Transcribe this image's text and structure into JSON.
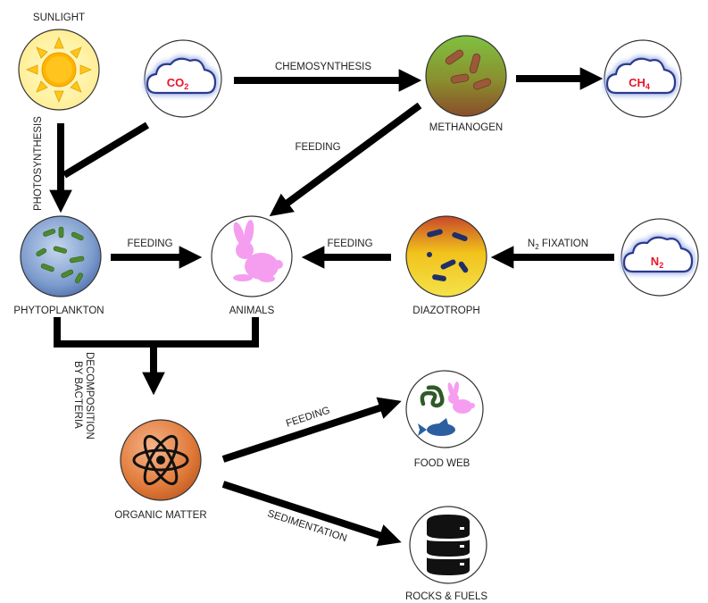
{
  "nodes": {
    "sunlight": {
      "label": "SUNLIGHT",
      "icon": "sun-icon"
    },
    "co2": {
      "label": "",
      "gas_main": "CO",
      "gas_sub": "2",
      "icon": "cloud-icon"
    },
    "methanogen": {
      "label": "METHANOGEN",
      "icon": "methanogen-bacteria-icon"
    },
    "ch4": {
      "label": "",
      "gas_main": "CH",
      "gas_sub": "4",
      "icon": "cloud-icon"
    },
    "phytoplankton": {
      "label": "PHYTOPLANKTON",
      "icon": "phytoplankton-icon"
    },
    "animals": {
      "label": "ANIMALS",
      "icon": "rabbit-icon"
    },
    "diazotroph": {
      "label": "DIAZOTROPH",
      "icon": "diazotroph-bacteria-icon"
    },
    "n2": {
      "label": "",
      "gas_main": "N",
      "gas_sub": "2",
      "icon": "cloud-icon"
    },
    "organic_matter": {
      "label": "ORGANIC MATTER",
      "icon": "atom-icon"
    },
    "food_web": {
      "label": "FOOD WEB",
      "icon": "food-web-icon"
    },
    "rocks_fuels": {
      "label": "ROCKS & FUELS",
      "icon": "database-icon"
    }
  },
  "edges": {
    "photosynthesis": "PHOTOSYNTHESIS",
    "chemosynthesis": "CHEMOSYNTHESIS",
    "feeding_methanogen": "FEEDING",
    "feeding_phytoplankton": "FEEDING",
    "feeding_diazotroph": "FEEDING",
    "n2_fixation_main": "N",
    "n2_fixation_sub": "2",
    "n2_fixation_rest": " FIXATION",
    "decomposition_line1": "DECOMPOSITION",
    "decomposition_line2": "BY BACTERIA",
    "feeding_organic": "FEEDING",
    "sedimentation": "SEDIMENTATION"
  },
  "colors": {
    "arrow": "#000000",
    "gas_text": "#e8152a",
    "cloud_stroke": "#2b3a8c",
    "cloud_glow": "#9fb2e8",
    "sun": "#ffd400",
    "organic": "#e07a3a",
    "rabbit": "#f59ef0"
  }
}
